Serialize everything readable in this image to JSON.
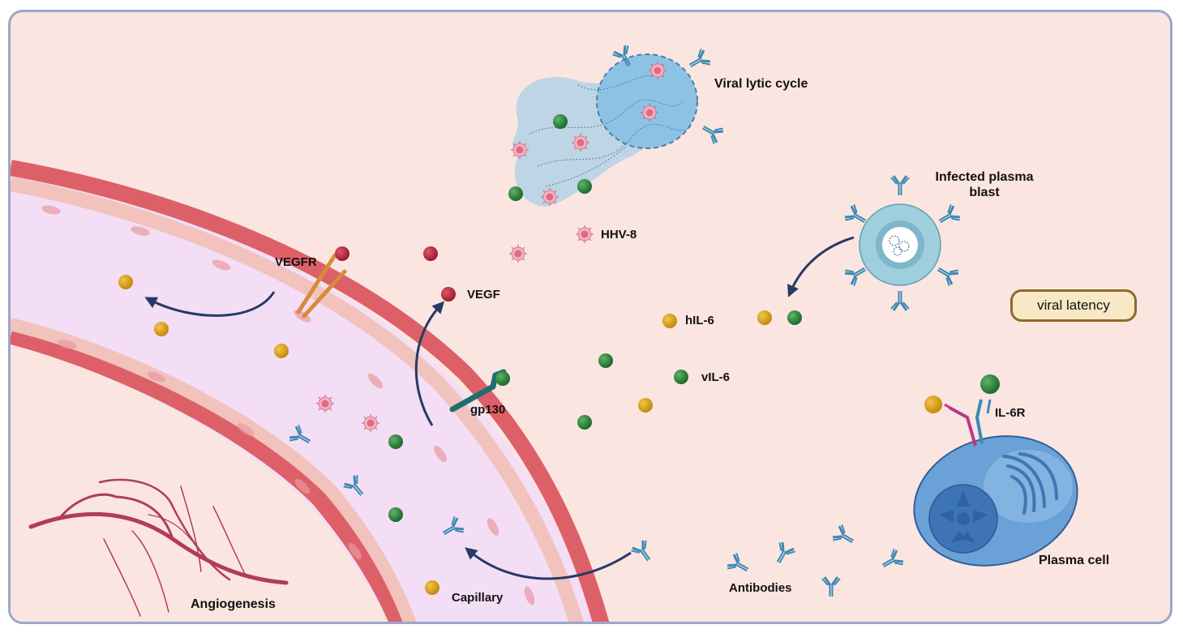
{
  "labels": {
    "viral_lytic_cycle": "Viral lytic cycle",
    "infected_plasma_blast": "Infected plasma blast",
    "hhv8": "HHV-8",
    "vegfr": "VEGFR",
    "vegf": "VEGF",
    "hil6": "hIL-6",
    "vil6": "vIL-6",
    "gp130": "gp130",
    "il6r": "IL-6R",
    "plasma_cell": "Plasma cell",
    "antibodies": "Antibodies",
    "angiogenesis": "Angiogenesis",
    "capillary": "Capillary",
    "viral_latency": "viral latency"
  },
  "colors": {
    "background": "#fbe5e1",
    "frame_border": "#9aa7c9",
    "vessel_wall": "#dd6068",
    "endothelium": "#f2c2bd",
    "lumen": "#f3def5",
    "vegf": "#c0283c",
    "hil6": "#dca619",
    "vil6": "#2f8a3f",
    "virus": "#e9849a",
    "antibody": "#3b89b3",
    "arrow": "#273a66",
    "gp130": "#1e6e70",
    "il6r_pink": "#b43b86",
    "plasma_cell": "#6aa2d8",
    "plasma_blast": "#9fcfdc",
    "angiogenesis": "#b03d56",
    "latency_fill": "#f8e9c6",
    "latency_border": "#8f6a2c"
  }
}
